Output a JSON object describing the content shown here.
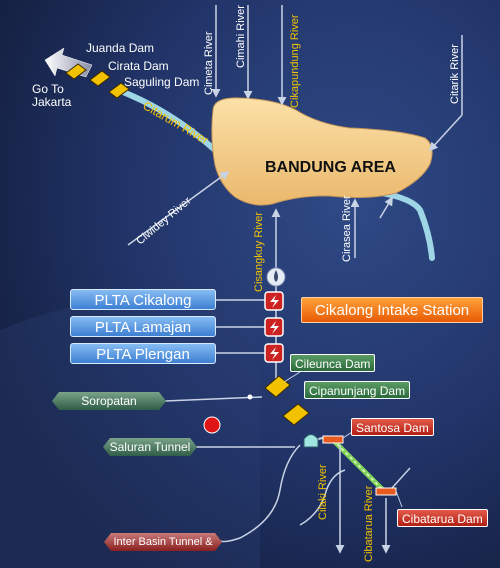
{
  "title": "BANDUNG AREA",
  "destination": {
    "line1": "Go To",
    "line2": "Jakarta"
  },
  "upper_dams": [
    "Juanda Dam",
    "Cirata Dam",
    "Saguling Dam"
  ],
  "rivers": {
    "citarum": "Citarum River",
    "cimeta": "Cimeta River",
    "cimahi": "Cimahi River",
    "cikapundung": "Cikapundung River",
    "citarik": "Citarik River",
    "ciwidey": "Ciwidey River",
    "cisangkuy": "Cisangkuy River",
    "cirasea": "Cirasea River",
    "cilaki": "Cilaki River",
    "cibatarua": "Cibatarua River"
  },
  "power_plants": [
    "PLTA Cikalong",
    "PLTA Lamajan",
    "PLTA Plengan"
  ],
  "intake_station": "Cikalong Intake Station",
  "lower_dams": {
    "cileunca": "Cileunca Dam",
    "cipanunjang": "Cipanunjang Dam",
    "santosa": "Santosa Dam",
    "cibatarua": "Cibatarua Dam"
  },
  "facilities": {
    "soropatan": "Soropatan",
    "saluran_tunnel": "Saluran Tunnel",
    "inter_basin": "Inter Basin Tunnel & Weir"
  },
  "colors": {
    "background": "#1d2a52",
    "bandung_area": "#f4cf8c",
    "river": "#9fd6e6",
    "river_label": "#f2c200",
    "plta_box": "#4a8ad8",
    "intake_box": "#f57c10",
    "dam_marker": "#f2c200"
  }
}
